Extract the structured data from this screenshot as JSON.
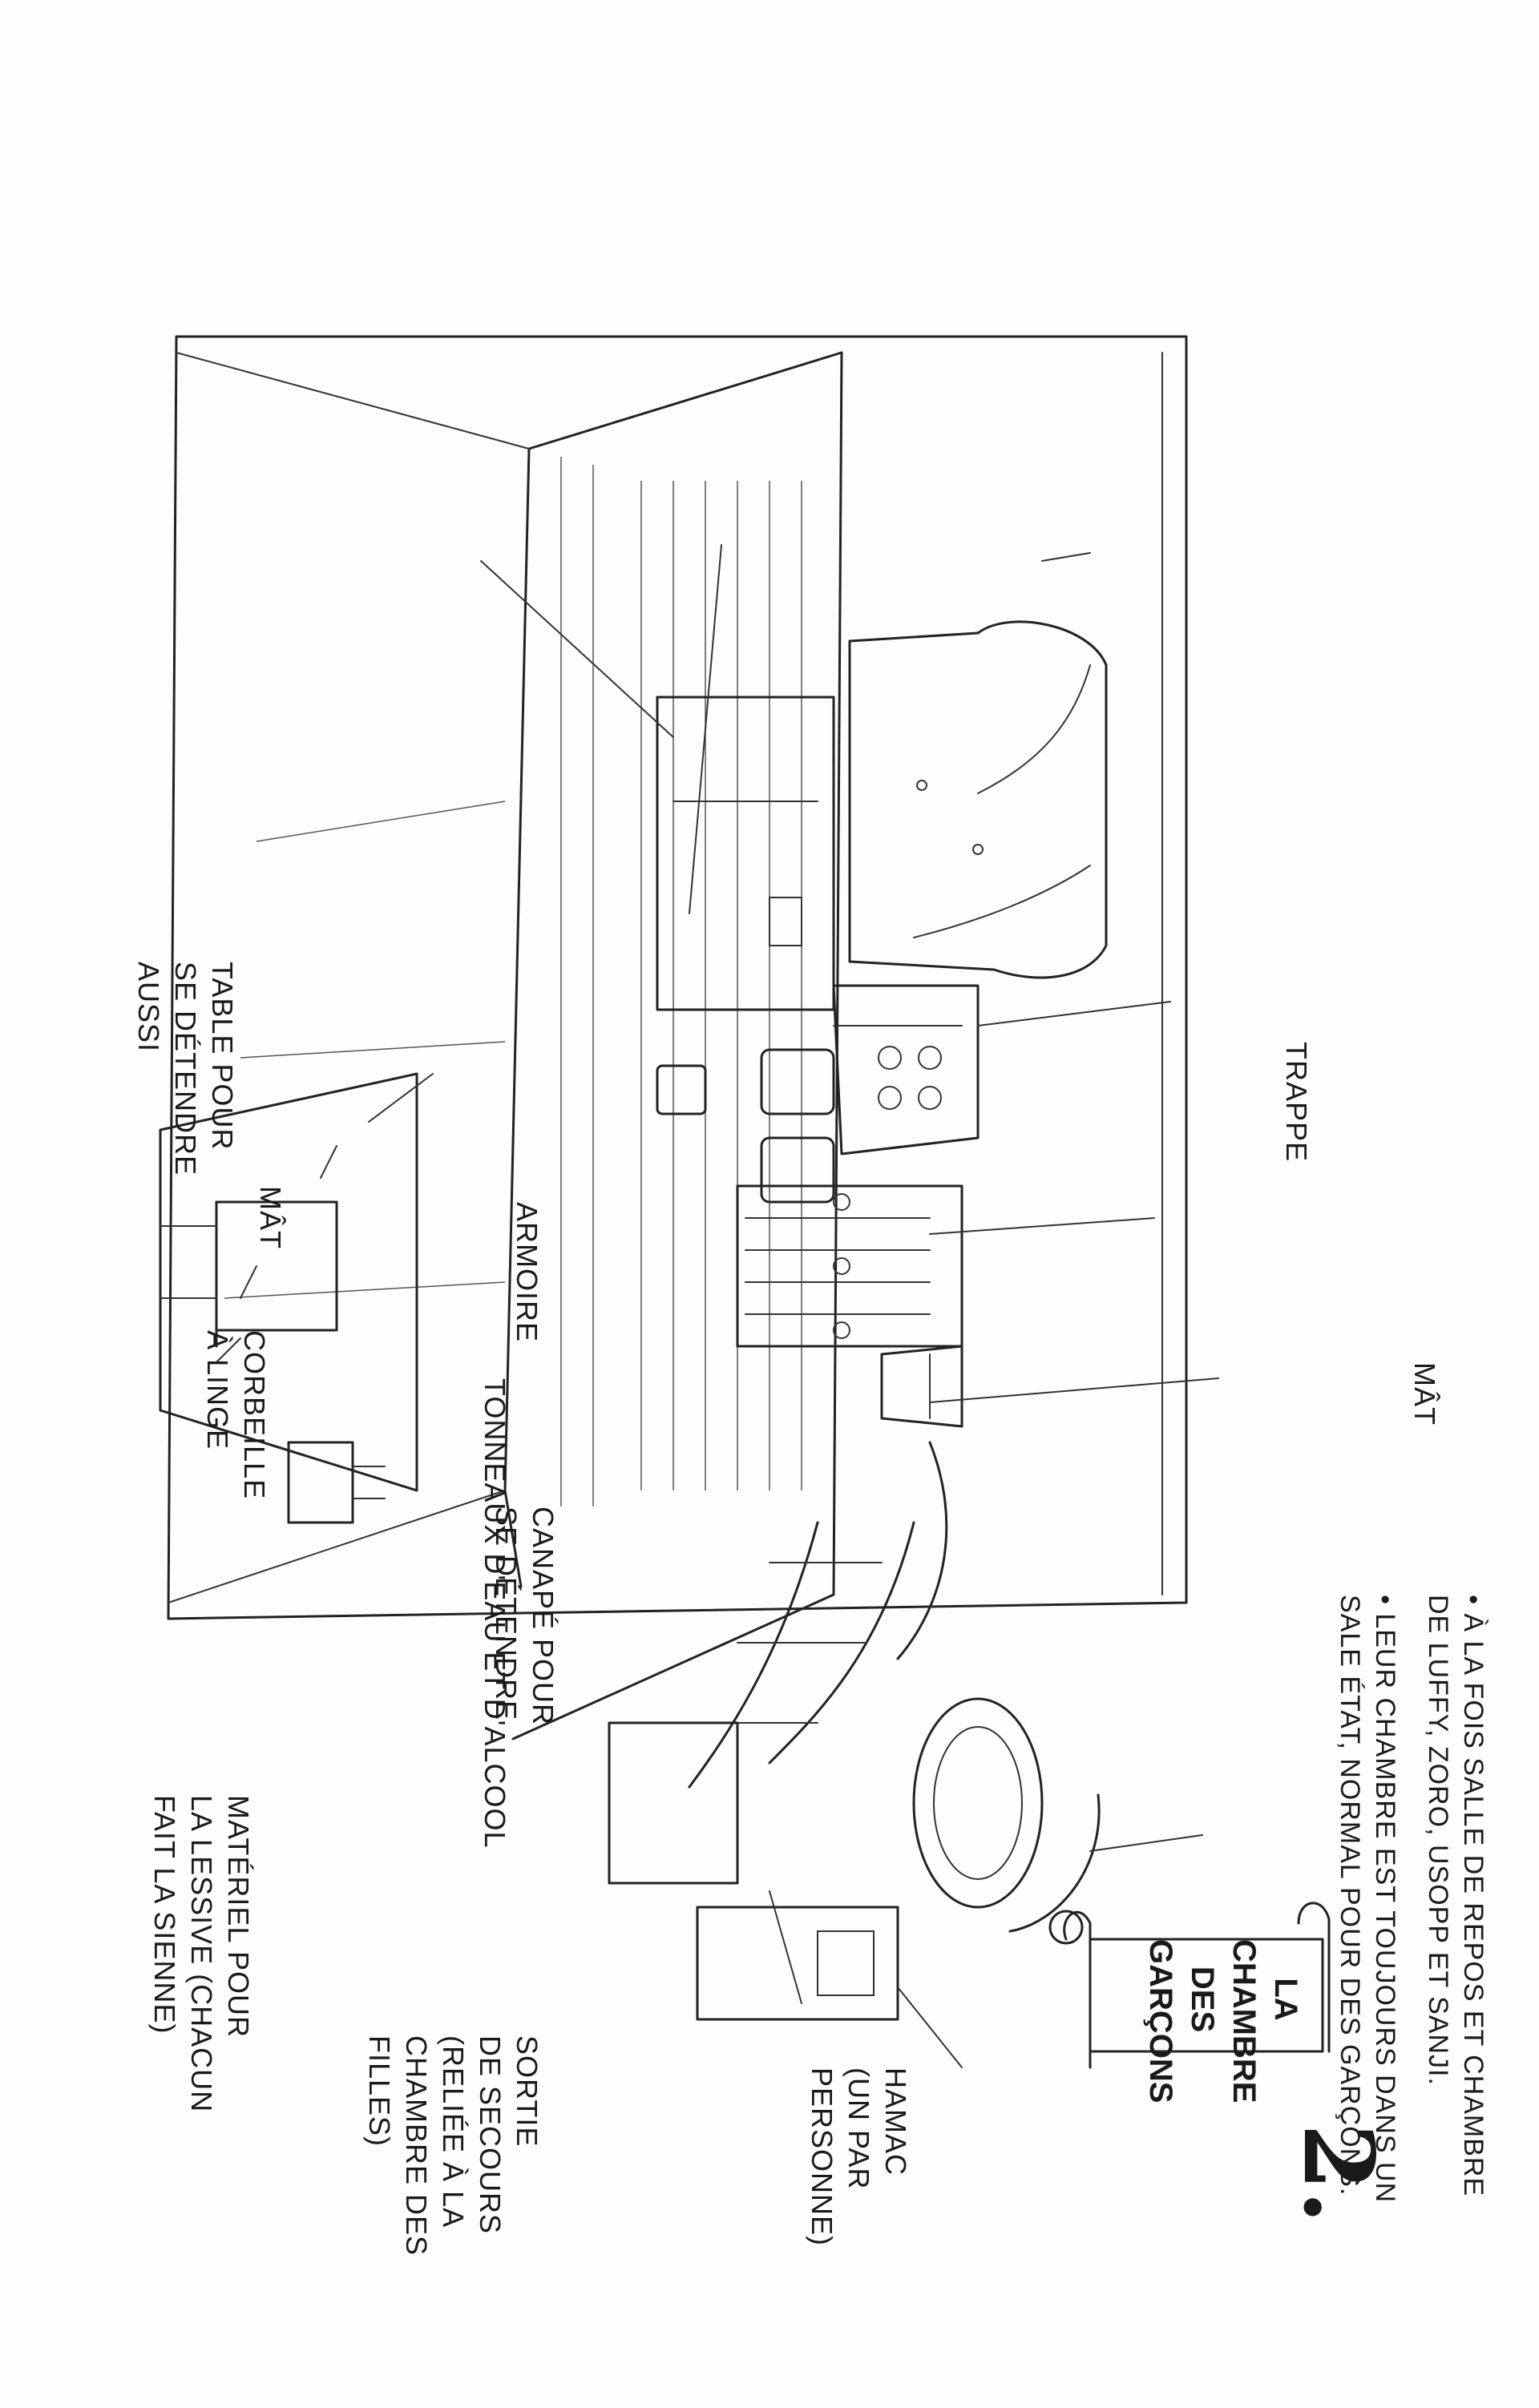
{
  "section": {
    "number": "2.",
    "title": "LA CHAMBRE\nDES GARÇONS"
  },
  "labels": {
    "tonneaux": "TONNEAUX D'EAU ET D'ALCOOL",
    "armoire": "ARMOIRE",
    "canape": "CANAPÉ POUR\nSE DÉTENDRE",
    "table": "TABLE POUR\nSE DÉTENDRE\nAUSSI",
    "mat_room": "MÂT",
    "corbeille": "CORBEILLE\nÀ LINGE",
    "materiel": "MATÉRIEL POUR\nLA LESSIVE (CHACUN\nFAIT LA SIENNE)",
    "sortie": "SORTIE\nDE SECOURS\n(RELIÉE À LA\nCHAMBRE DES\nFILLES)",
    "hamac": "HAMAC\n(UN PAR\nPERSONNE)",
    "trappe": "TRAPPE",
    "mat_deck": "MÂT"
  },
  "notes": [
    "• À LA FOIS SALLE DE REPOS ET CHAMBRE\n   DE LUFFY, ZORO, USOPP ET SANJI.",
    "• LEUR CHAMBRE EST TOUJOURS DANS UN\n   SALE ÉTAT, NORMAL POUR DES GARÇONS."
  ]
}
